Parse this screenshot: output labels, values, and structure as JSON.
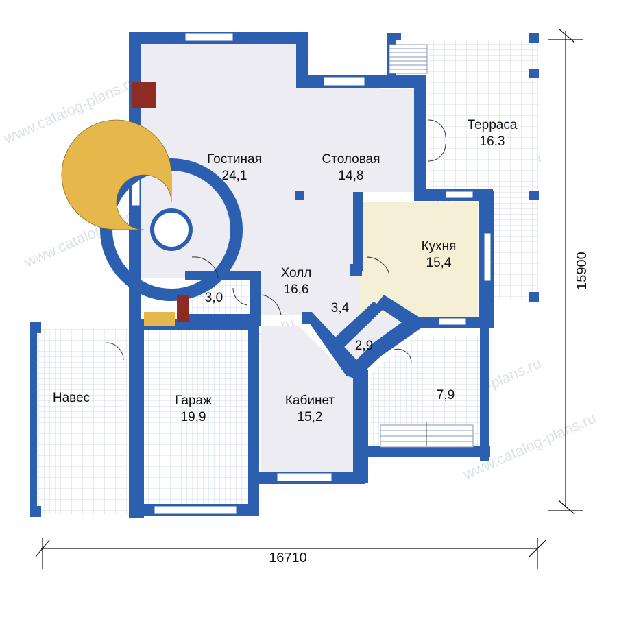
{
  "colors": {
    "wall": "#2d5fb0",
    "hall_floor": "#ececf2",
    "kitchen_floor": "#f5efd5",
    "tile_line": "#c7d0e6",
    "stair": "#e6b84b",
    "chimney": "#8e2b22",
    "ink": "#111111"
  },
  "rooms": [
    {
      "id": "living",
      "name": "Гостиная",
      "area": "24,1"
    },
    {
      "id": "dining",
      "name": "Столовая",
      "area": "14,8"
    },
    {
      "id": "terrace",
      "name": "Терраса",
      "area": "16,3"
    },
    {
      "id": "kitchen",
      "name": "Кухня",
      "area": "15,4"
    },
    {
      "id": "hall",
      "name": "Холл",
      "area": "16,6"
    },
    {
      "id": "corridor",
      "name": "",
      "area": "3,4"
    },
    {
      "id": "wc",
      "name": "",
      "area": "2,9"
    },
    {
      "id": "boiler",
      "name": "",
      "area": "7,9"
    },
    {
      "id": "storage",
      "name": "",
      "area": "3,0"
    },
    {
      "id": "carport",
      "name": "Навес",
      "area": ""
    },
    {
      "id": "garage",
      "name": "Гараж",
      "area": "19,9"
    },
    {
      "id": "office",
      "name": "Кабинет",
      "area": "15,2"
    }
  ],
  "dimensions": {
    "width": "16710",
    "height": "15900"
  },
  "watermark": "www.catalog-plans.ru"
}
